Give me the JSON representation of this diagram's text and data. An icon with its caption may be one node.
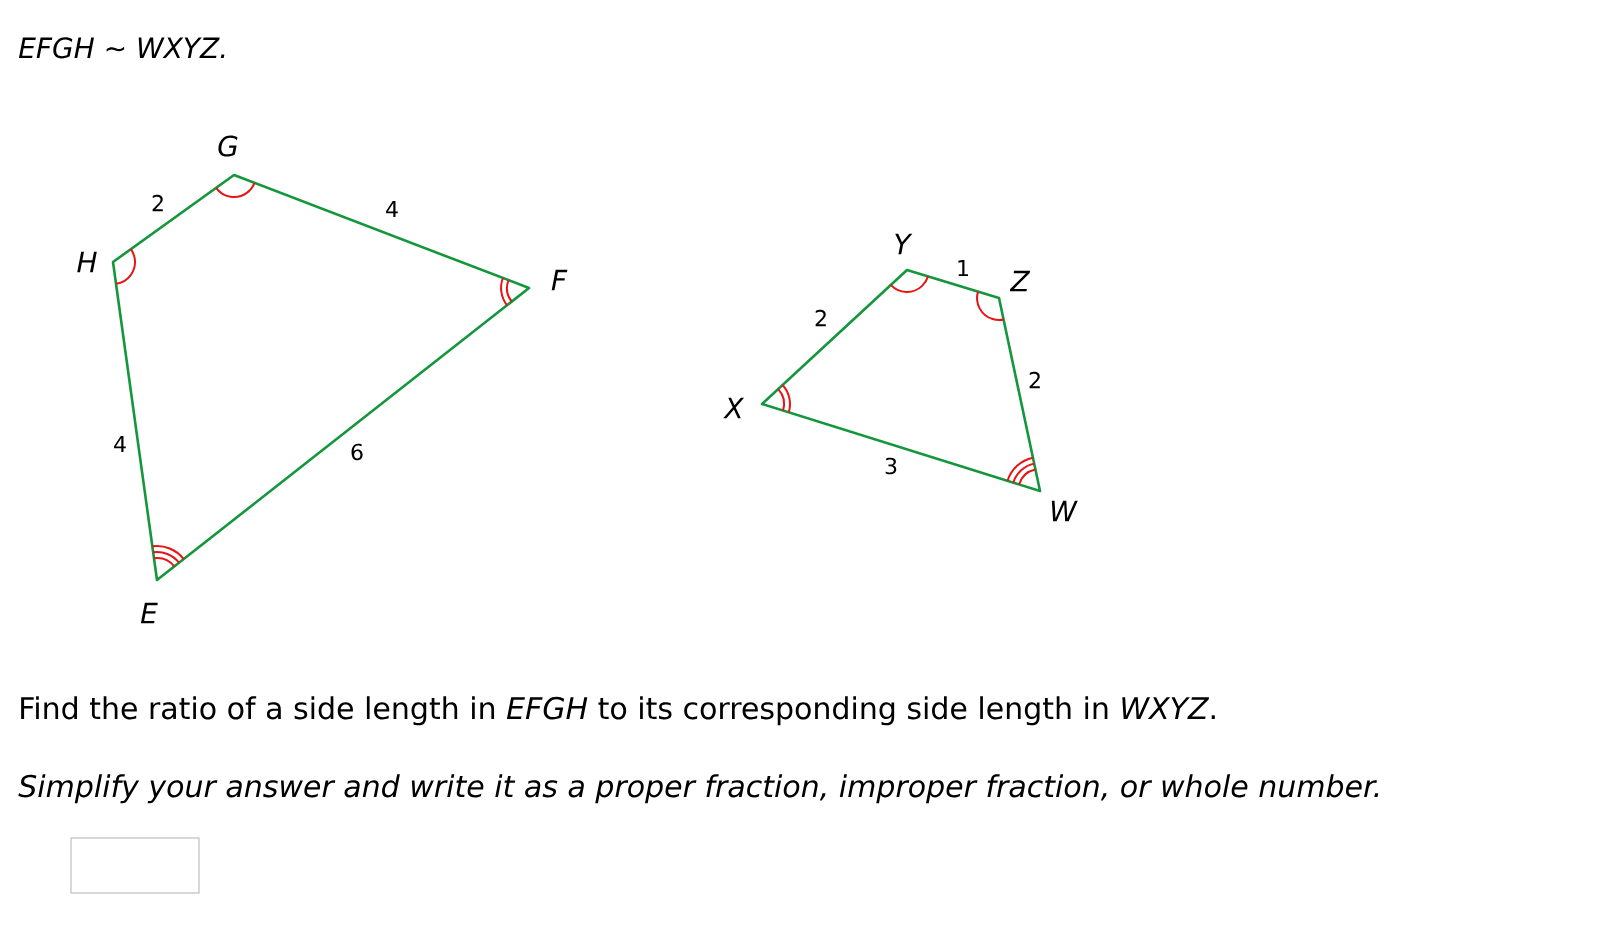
{
  "diagram": {
    "title": "EFGH ∼ WXYZ.",
    "labels": [
      "G",
      "2",
      "4",
      "H",
      "F",
      "4",
      "6",
      "E",
      "Y",
      "1",
      "Z",
      "2",
      "X",
      "2",
      "3",
      "W",
      "Find the ratio of a side length in *EFGH* to its corresponding side length in *WXYZ*.",
      "Simplify your answer and write it as a proper fraction, improper fraction, or whole number."
    ]
  }
}
